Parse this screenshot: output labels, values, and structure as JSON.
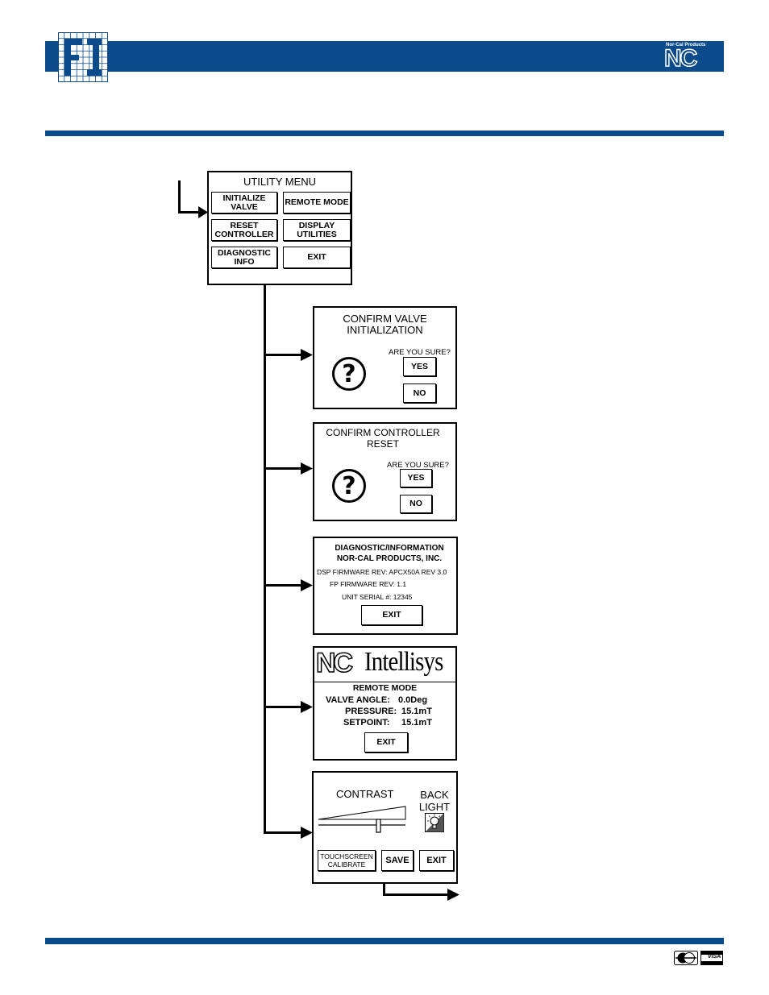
{
  "header": {
    "brand_small": "Nor-Cal Products",
    "brand_logo": "NC",
    "left_logo_icon": "grid-logo-icon"
  },
  "utility_menu": {
    "title": "UTILITY MENU",
    "buttons": [
      "INITIALIZE\nVALVE",
      "REMOTE MODE",
      "RESET\nCONTROLLER",
      "DISPLAY\nUTILITIES",
      "DIAGNOSTIC\nINFO",
      "EXIT"
    ]
  },
  "confirm_valve": {
    "title": "CONFIRM VALVE\nINITIALIZATION",
    "question": "ARE YOU SURE?",
    "yes": "YES",
    "no": "NO",
    "icon": "question-icon"
  },
  "confirm_reset": {
    "title": "CONFIRM CONTROLLER\nRESET",
    "question": "ARE YOU SURE?",
    "yes": "YES",
    "no": "NO",
    "icon": "question-icon"
  },
  "diagnostic": {
    "title": "DIAGNOSTIC/INFORMATION",
    "company": "NOR-CAL PRODUCTS, INC.",
    "dsp_rev": "DSP FIRMWARE REV:  APCX50A  REV 3.0",
    "fp_rev": "FP FIRMWARE REV:  1.1",
    "serial": "UNIT SERIAL #:  12345",
    "exit": "EXIT"
  },
  "remote_mode": {
    "logo_nc": "NC",
    "logo_text": "Intellisys",
    "title": "REMOTE MODE",
    "valve_angle_label": "VALVE ANGLE:",
    "valve_angle_value": "0.0Deg",
    "pressure_label": "PRESSURE:",
    "pressure_value": "15.1mT",
    "setpoint_label": "SETPOINT:",
    "setpoint_value": "15.1mT",
    "exit": "EXIT"
  },
  "display_utilities": {
    "contrast": "CONTRAST",
    "backlight": "BACK\nLIGHT",
    "touchscreen": "TOUCHSCREEN\nCALIBRATE",
    "save": "SAVE",
    "exit": "EXIT",
    "icon": "backlight-bulb-icon"
  },
  "footer": {
    "icons": [
      "card-logo-icon",
      "visa-icon"
    ],
    "visa_text": "VISA"
  },
  "colors": {
    "brand_blue": "#0b4a8b"
  }
}
